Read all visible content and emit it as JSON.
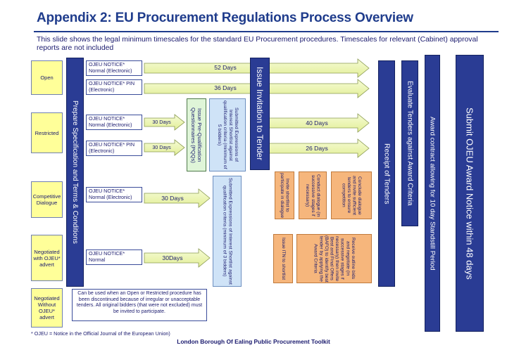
{
  "header": {
    "title": "Appendix 2: EU Procurement Regulations Process Overview",
    "subtitle": "This slide shows the legal minimum timescales for the standard EU Procurement procedures.  Timescales for relevant (Cabinet) approval reports are not included"
  },
  "procedures": {
    "open": "Open",
    "restricted": "Restricted",
    "competitive": "Competitive Dialogue",
    "negotiated_ojeu": "Negotiated with OJEU* advert",
    "negotiated_no": "Negotiated Without OJEU* advert"
  },
  "columns": {
    "prepare": "Prepare Specification and Terms & Conditions",
    "pqq": "Issue Pre-Qualification Questionnaires (PQQs)",
    "submitted_restricted": "Submitted Expressions of Interest Shortlist against qualification criteria (minimum of 5 bidders)",
    "submitted_dialogue": "Submitted Expressions of Interest Shortlist against qualification criteria (minimum of 3 bidders)",
    "itt": "Issue Invitation to Tender",
    "receipt": "Receipt of Tenders",
    "evaluate": "Evaluate Tenders against Award Criteria",
    "award": "Award contract allowing for 10 day Standstill Period",
    "submit": "Submit OJEU Award Notice within 48 days"
  },
  "notices": {
    "n1": "OJEU NOTICE* Normal (Electronic)",
    "n2": "OJEU NOTICE* PIN (Electronic)",
    "n3": "OJEU NOTICE* Normal (Electronic)",
    "n4": "OJEU NOTICE* PIN (Electronic)",
    "n5": "OJEU NOTICE* Normal (Electronic)",
    "n6": "OJEU NOTICE* Normal"
  },
  "durations": {
    "d52": "52 Days",
    "d36": "36 Days",
    "d30a": "30 Days",
    "d40": "40 Days",
    "d30b": "30 Days",
    "d26": "26 Days",
    "d30c": "30 Days",
    "d30d": "30Days"
  },
  "dialogue_steps": {
    "invite": "Invite shortlist to participate in dialogue",
    "conduct": "Conduct dialogue (in successive stages if necessary)",
    "conclude": "Conclude dialogue and invite sufficient tenders to ensure competition"
  },
  "negotiated_steps": {
    "issue": "Issue ITN to shortlist",
    "receive": "Receive outline bids and negotiate (in successive stages if necessary) then invite Best and Final Offers (BAFO) to identify best tender by applying the Award Criteria"
  },
  "note": "Can be used when an Open or Restricted procedure  has been discontinued because of irregular or unacceptable tenders. All original bidders (that were not excluded) must be invited to participate.",
  "footnote": "* OJEU = Notice in the Official Journal of the European Union)",
  "footer": "London Borough Of Ealing Public Procurement  Toolkit",
  "colors": {
    "navy": "#2a3c94",
    "title": "#1f3c8c",
    "yellow": "#ffff99",
    "arrow": "#ecf5b0",
    "light_blue": "#cfe3f7",
    "green": "#dff5d8",
    "orange": "#f6b67c"
  }
}
